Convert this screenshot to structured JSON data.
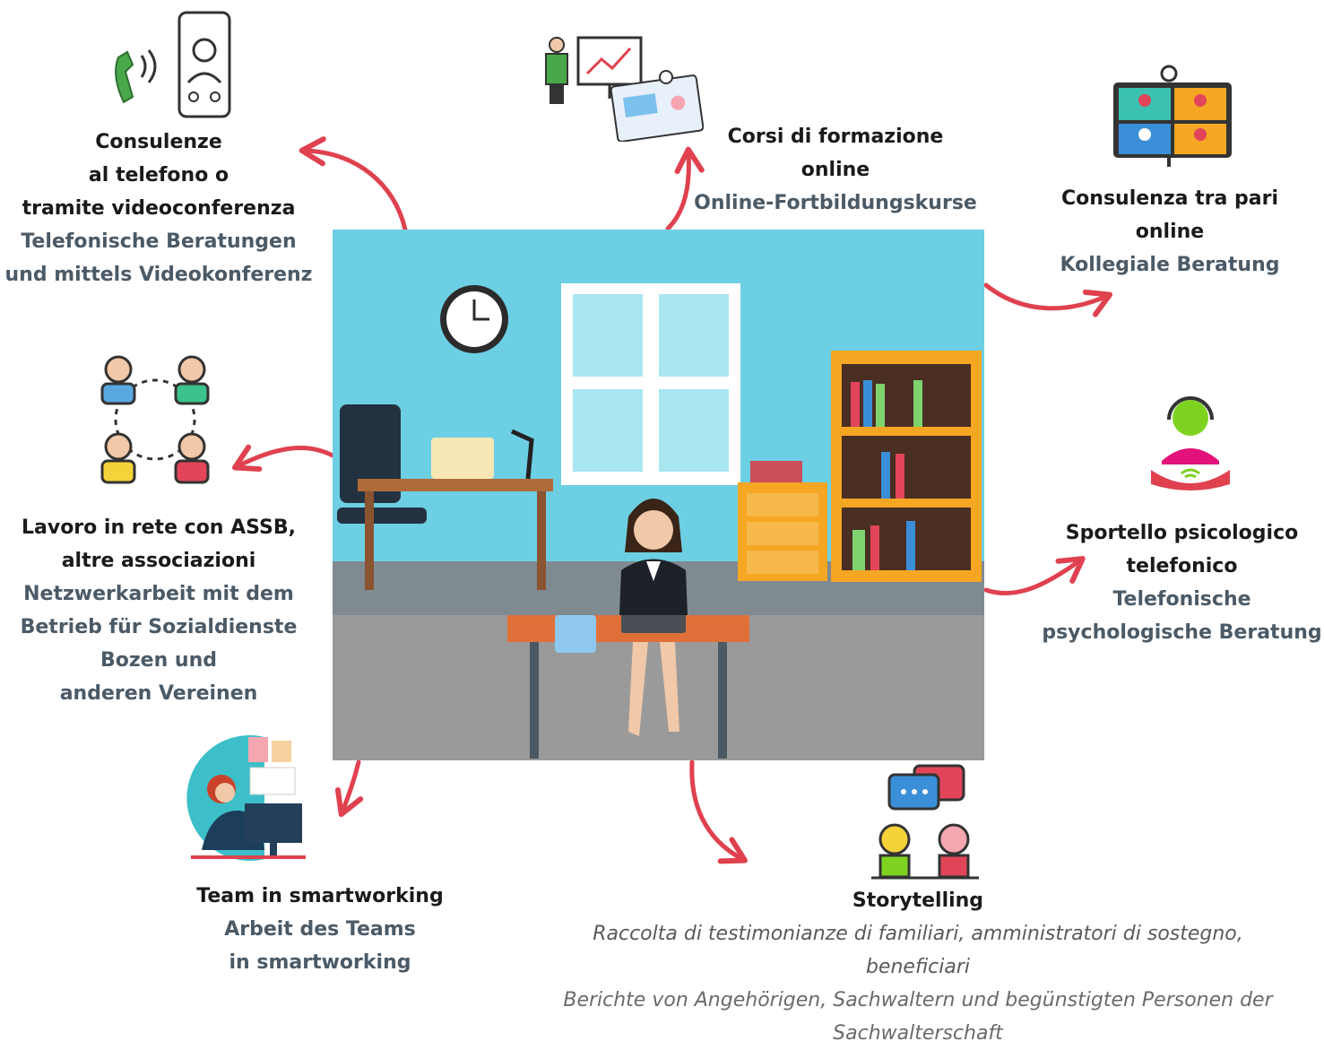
{
  "colors": {
    "arrow": "#e0414f",
    "german_text": "#4b5a66",
    "italian_text": "#1a1a1a",
    "room_wall": "#6dcfe3",
    "room_floor": "#9a9a9a"
  },
  "center": {
    "icon": "home-office-illustration"
  },
  "nodes": [
    {
      "key": "phone",
      "icon": "phone-video-call-icon",
      "it": [
        "Consulenze",
        "al telefono o",
        "tramite videoconferenza"
      ],
      "de": [
        "Telefonische Beratungen",
        "und mittels Videokonferenz"
      ]
    },
    {
      "key": "courses",
      "icon": "online-course-icon",
      "it": [
        "Corsi di formazione",
        "online"
      ],
      "de": [
        "Online-Fortbildungskurse"
      ]
    },
    {
      "key": "peer",
      "icon": "video-conference-grid-icon",
      "it": [
        "Consulenza tra pari",
        "online"
      ],
      "de": [
        "Kollegiale Beratung"
      ]
    },
    {
      "key": "network",
      "icon": "network-people-icon",
      "it": [
        "Lavoro in rete con ASSB,",
        "altre associazioni"
      ],
      "de": [
        "Netzwerkarbeit mit dem",
        "Betrieb für Sozialdienste",
        "Bozen und",
        "anderen Vereinen"
      ]
    },
    {
      "key": "psych",
      "icon": "headset-operator-icon",
      "it": [
        "Sportello psicologico",
        "telefonico"
      ],
      "de": [
        "Telefonische",
        "psychologische Beratung"
      ]
    },
    {
      "key": "smart",
      "icon": "smartworking-woman-icon",
      "it": [
        "Team in smartworking"
      ],
      "de": [
        "Arbeit des Teams",
        "in smartworking"
      ]
    },
    {
      "key": "story",
      "icon": "storytelling-chat-icon",
      "title": "Storytelling",
      "it": [
        "Raccolta di testimonianze di familiari, amministratori di sostegno,",
        "beneficiari"
      ],
      "de": [
        "Berichte von Angehörigen, Sachwaltern und begünstigten Personen der",
        "Sachwalterschaft"
      ]
    }
  ]
}
